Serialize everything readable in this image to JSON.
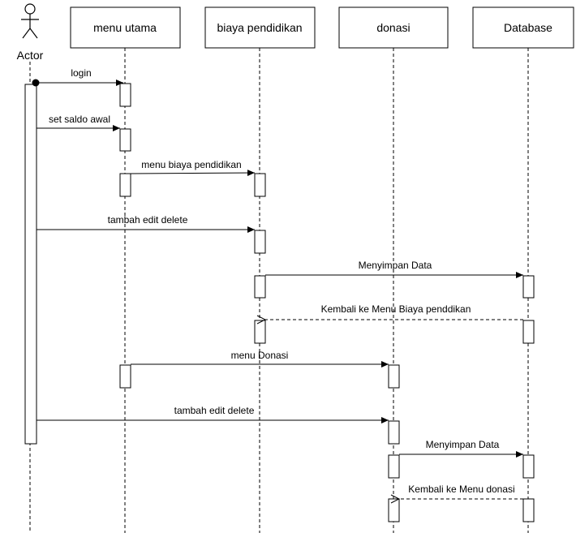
{
  "actor": {
    "label": "Actor"
  },
  "lifelines": [
    {
      "id": "menu_utama",
      "label": "menu utama"
    },
    {
      "id": "biaya_pendidikan",
      "label": "biaya pendidikan"
    },
    {
      "id": "donasi",
      "label": "donasi"
    },
    {
      "id": "database",
      "label": "Database"
    }
  ],
  "messages": [
    {
      "label": "login",
      "from": "actor",
      "to": "menu_utama",
      "style": "sync"
    },
    {
      "label": "set saldo awal",
      "from": "actor",
      "to": "menu_utama",
      "style": "sync"
    },
    {
      "label": "menu biaya pendidikan",
      "from": "menu_utama",
      "to": "biaya_pendidikan",
      "style": "sync"
    },
    {
      "label": "tambah edit delete",
      "from": "actor",
      "to": "biaya_pendidikan",
      "style": "sync"
    },
    {
      "label": "Menyimpan Data",
      "from": "biaya_pendidikan",
      "to": "database",
      "style": "sync"
    },
    {
      "label": "Kembali ke Menu Biaya penddikan",
      "from": "database",
      "to": "biaya_pendidikan",
      "style": "return"
    },
    {
      "label": "menu Donasi",
      "from": "menu_utama",
      "to": "donasi",
      "style": "sync"
    },
    {
      "label": "tambah edit delete",
      "from": "actor",
      "to": "donasi",
      "style": "sync"
    },
    {
      "label": "Menyimpan Data",
      "from": "donasi",
      "to": "database",
      "style": "sync"
    },
    {
      "label": "Kembali ke Menu donasi",
      "from": "database",
      "to": "donasi",
      "style": "return"
    }
  ]
}
